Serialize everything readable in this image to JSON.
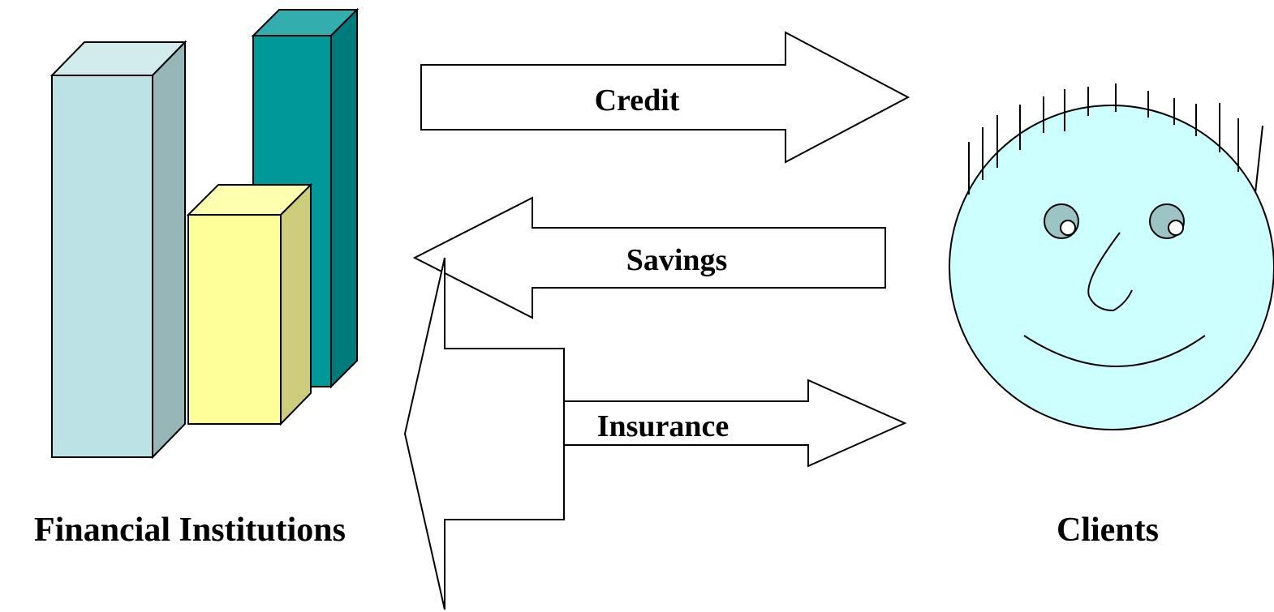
{
  "left": {
    "label": "Financial Institutions"
  },
  "right": {
    "label": "Clients"
  },
  "arrows": {
    "credit": "Credit",
    "savings": "Savings",
    "insurance": "Insurance"
  },
  "colors": {
    "bar_light_front": "#bde2e5",
    "bar_light_side": "#97b6b8",
    "bar_light_top": "#d2ebed",
    "bar_teal_front": "#009999",
    "bar_teal_side": "#007b7b",
    "bar_teal_top": "#33adad",
    "bar_yellow_front": "#ffff99",
    "bar_yellow_side": "#cccc7a",
    "bar_yellow_top": "#ffffb0",
    "face_fill": "#ccffff",
    "eye_fill": "#9cc4c4",
    "outline": "#000000"
  },
  "icons": {
    "building_bars": "bar-chart-building-icon",
    "client_face": "smiley-face-icon"
  }
}
